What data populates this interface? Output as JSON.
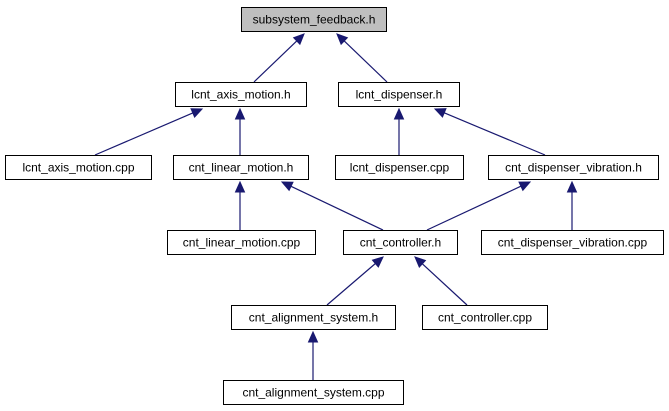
{
  "diagram": {
    "nodes": [
      {
        "id": "subsystem_feedback_h",
        "label": "subsystem_feedback.h",
        "highlighted": true
      },
      {
        "id": "lcnt_axis_motion_h",
        "label": "lcnt_axis_motion.h",
        "highlighted": false
      },
      {
        "id": "lcnt_dispenser_h",
        "label": "lcnt_dispenser.h",
        "highlighted": false
      },
      {
        "id": "lcnt_axis_motion_cpp",
        "label": "lcnt_axis_motion.cpp",
        "highlighted": false
      },
      {
        "id": "cnt_linear_motion_h",
        "label": "cnt_linear_motion.h",
        "highlighted": false
      },
      {
        "id": "lcnt_dispenser_cpp",
        "label": "lcnt_dispenser.cpp",
        "highlighted": false
      },
      {
        "id": "cnt_dispenser_vibration_h",
        "label": "cnt_dispenser_vibration.h",
        "highlighted": false
      },
      {
        "id": "cnt_linear_motion_cpp",
        "label": "cnt_linear_motion.cpp",
        "highlighted": false
      },
      {
        "id": "cnt_controller_h",
        "label": "cnt_controller.h",
        "highlighted": false
      },
      {
        "id": "cnt_dispenser_vibration_cpp",
        "label": "cnt_dispenser_vibration.cpp",
        "highlighted": false
      },
      {
        "id": "cnt_alignment_system_h",
        "label": "cnt_alignment_system.h",
        "highlighted": false
      },
      {
        "id": "cnt_controller_cpp",
        "label": "cnt_controller.cpp",
        "highlighted": false
      },
      {
        "id": "cnt_alignment_system_cpp",
        "label": "cnt_alignment_system.cpp",
        "highlighted": false
      }
    ],
    "edges": [
      {
        "from": "lcnt_axis_motion_h",
        "to": "subsystem_feedback_h"
      },
      {
        "from": "lcnt_dispenser_h",
        "to": "subsystem_feedback_h"
      },
      {
        "from": "lcnt_axis_motion_cpp",
        "to": "lcnt_axis_motion_h"
      },
      {
        "from": "cnt_linear_motion_h",
        "to": "lcnt_axis_motion_h"
      },
      {
        "from": "lcnt_dispenser_cpp",
        "to": "lcnt_dispenser_h"
      },
      {
        "from": "cnt_dispenser_vibration_h",
        "to": "lcnt_dispenser_h"
      },
      {
        "from": "cnt_linear_motion_cpp",
        "to": "cnt_linear_motion_h"
      },
      {
        "from": "cnt_controller_h",
        "to": "cnt_linear_motion_h"
      },
      {
        "from": "cnt_controller_h",
        "to": "cnt_dispenser_vibration_h"
      },
      {
        "from": "cnt_dispenser_vibration_cpp",
        "to": "cnt_dispenser_vibration_h"
      },
      {
        "from": "cnt_alignment_system_h",
        "to": "cnt_controller_h"
      },
      {
        "from": "cnt_controller_cpp",
        "to": "cnt_controller_h"
      },
      {
        "from": "cnt_alignment_system_cpp",
        "to": "cnt_alignment_system_h"
      }
    ],
    "colors": {
      "highlight_fill": "#bfbfbf",
      "node_fill": "#ffffff",
      "node_border": "#000000",
      "edge": "#191970"
    }
  }
}
